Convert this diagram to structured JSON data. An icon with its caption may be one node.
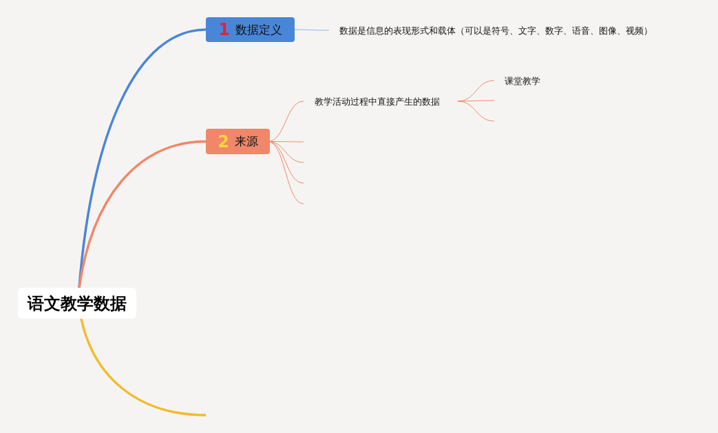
{
  "diagram": {
    "nodes": [
      {
        "text": [
          "语文教学数据"
        ]
      },
      {
        "text": [
          "1",
          "数据定义"
        ]
      },
      {
        "text": [
          "数据是信息的表现形式和载体（可以是符号、文字、数字、语音、图像、视频）"
        ]
      },
      {
        "text": [
          "2",
          "来源"
        ]
      },
      {
        "text": [
          "教学活动过程中直接产生的数据"
        ]
      },
      {
        "text": [
          "课堂教学"
        ]
      }
    ],
    "edges": [
      {
        "from": 0,
        "to": 1,
        "arrow": "none",
        "style": "thick",
        "color": "#4a86d8"
      },
      {
        "from": 0,
        "to": 3,
        "arrow": "none",
        "style": "thick",
        "color": "#f0876a"
      },
      {
        "from": 0,
        "to": null,
        "arrow": "none",
        "style": "thick",
        "color": "#f0bc30"
      },
      {
        "from": 1,
        "to": 2,
        "arrow": "none",
        "color": "#8fb3e8"
      },
      {
        "from": 3,
        "to": 4,
        "arrow": "none"
      },
      {
        "from": 3,
        "to": null,
        "arrow": "none"
      },
      {
        "from": 3,
        "to": null,
        "arrow": "none"
      },
      {
        "from": 3,
        "to": null,
        "arrow": "none"
      },
      {
        "from": 3,
        "to": null,
        "arrow": "none"
      },
      {
        "from": 4,
        "to": 5,
        "arrow": "none"
      },
      {
        "from": 4,
        "to": null,
        "arrow": "none"
      },
      {
        "from": 4,
        "to": null,
        "arrow": "none"
      }
    ]
  }
}
